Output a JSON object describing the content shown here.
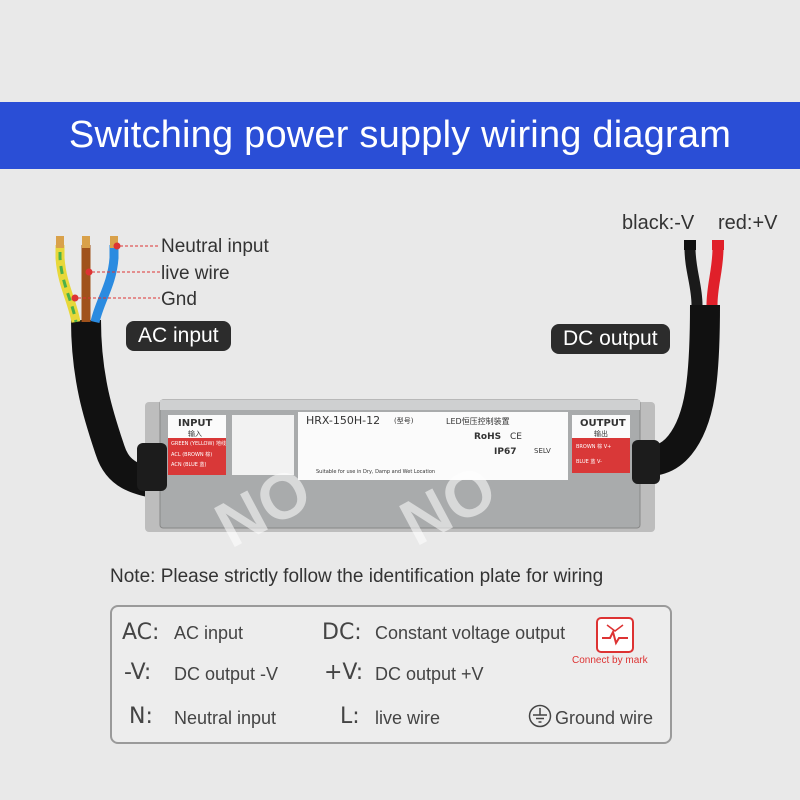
{
  "title": "Switching power supply wiring diagram",
  "input_labels": {
    "neutral": "Neutral input",
    "live": "live wire",
    "gnd": "Gnd"
  },
  "ac_pill": "AC input",
  "dc_pill": "DC output",
  "output_labels": {
    "black": "black:-V",
    "red": "red:+V"
  },
  "device": {
    "model": "HRX-150H-12",
    "model_cn": "(型号)",
    "product_cn": "LED恒压控制装置",
    "input_heading": "INPUT",
    "input_sub": "输入",
    "output_heading": "OUTPUT",
    "output_sub": "输出",
    "input_wires": [
      "GREEN (YELLOW) 地线",
      "ACL (BROWN 棕)",
      "ACN (BLUE 蓝)"
    ],
    "output_wires": [
      "BROWN 棕 V+",
      "BLUE 蓝 V-"
    ],
    "certs": [
      "RoHS",
      "CE",
      "IP67",
      "SELV"
    ],
    "suitable": "Suitable for use in Dry, Damp and Wet Location",
    "watermark": "NO"
  },
  "note": "Note: Please strictly follow the identification plate for wiring",
  "legend": [
    {
      "key": "AC:",
      "value": "AC input"
    },
    {
      "key": "DC:",
      "value": "Constant voltage output"
    },
    {
      "key": "-V:",
      "value": "DC output  -V"
    },
    {
      "key": "+V:",
      "value": "DC output +V"
    },
    {
      "key": "N:",
      "value": "Neutral input"
    },
    {
      "key": "L:",
      "value": "live wire"
    }
  ],
  "mark_caption": "Connect by mark",
  "ground_label": "Ground wire",
  "colors": {
    "banner": "#2a4ed6",
    "red_mark": "#d33333",
    "wire_yellow": "#e8d83a",
    "wire_green": "#4bb04a",
    "wire_brown": "#a0521c",
    "wire_blue": "#2b8be0",
    "wire_red": "#e0202a"
  }
}
